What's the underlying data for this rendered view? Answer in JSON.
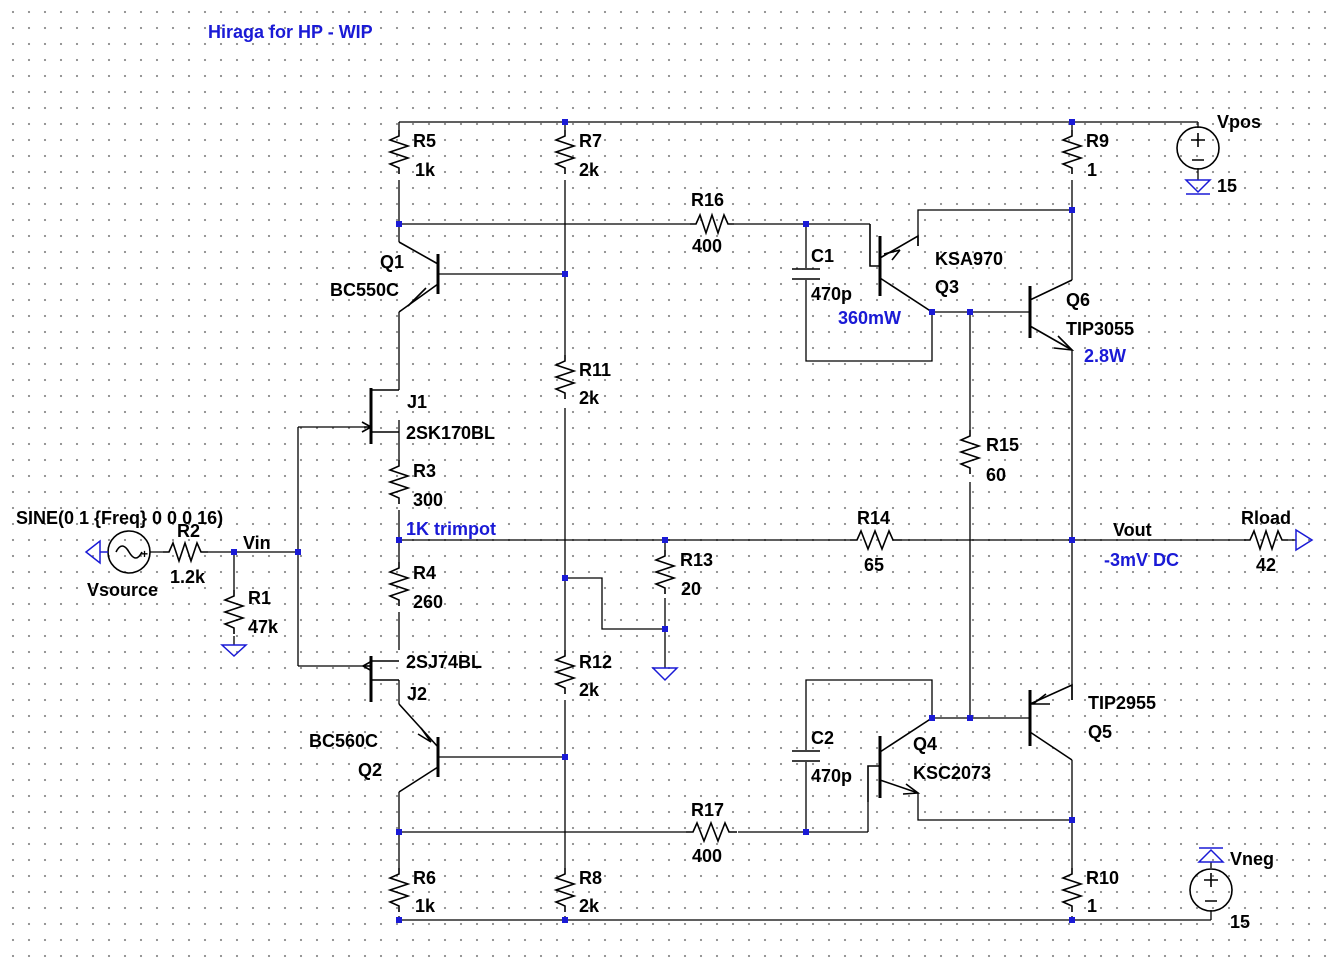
{
  "title": "Hiraga for HP - WIP",
  "components": {
    "R1": {
      "ref": "R1",
      "value": "47k"
    },
    "R2": {
      "ref": "R2",
      "value": "1.2k"
    },
    "R3": {
      "ref": "R3",
      "value": "300"
    },
    "R4": {
      "ref": "R4",
      "value": "260"
    },
    "R5": {
      "ref": "R5",
      "value": "1k"
    },
    "R6": {
      "ref": "R6",
      "value": "1k"
    },
    "R7": {
      "ref": "R7",
      "value": "2k"
    },
    "R8": {
      "ref": "R8",
      "value": "2k"
    },
    "R9": {
      "ref": "R9",
      "value": "1"
    },
    "R10": {
      "ref": "R10",
      "value": "1"
    },
    "R11": {
      "ref": "R11",
      "value": "2k"
    },
    "R12": {
      "ref": "R12",
      "value": "2k"
    },
    "R13": {
      "ref": "R13",
      "value": "20"
    },
    "R14": {
      "ref": "R14",
      "value": "65"
    },
    "R15": {
      "ref": "R15",
      "value": "60"
    },
    "R16": {
      "ref": "R16",
      "value": "400"
    },
    "R17": {
      "ref": "R17",
      "value": "400"
    },
    "Rload": {
      "ref": "Rload",
      "value": "42"
    },
    "C1": {
      "ref": "C1",
      "value": "470p"
    },
    "C2": {
      "ref": "C2",
      "value": "470p"
    },
    "Q1": {
      "ref": "Q1",
      "model": "BC550C"
    },
    "Q2": {
      "ref": "Q2",
      "model": "BC560C"
    },
    "Q3": {
      "ref": "Q3",
      "model": "KSA970"
    },
    "Q4": {
      "ref": "Q4",
      "model": "KSC2073"
    },
    "Q5": {
      "ref": "Q5",
      "model": "TIP2955"
    },
    "Q6": {
      "ref": "Q6",
      "model": "TIP3055"
    },
    "J1": {
      "ref": "J1",
      "model": "2SK170BL"
    },
    "J2": {
      "ref": "J2",
      "model": "2SJ74BL"
    },
    "Vpos": {
      "ref": "Vpos",
      "value": "15"
    },
    "Vneg": {
      "ref": "Vneg",
      "value": "15"
    },
    "Vsource": {
      "ref": "Vsource",
      "value": "SINE(0 1 {Freq} 0 0 0 16)"
    }
  },
  "nets": {
    "vin": "Vin",
    "vout": "Vout"
  },
  "annotations": {
    "q3_power": "360mW",
    "q6_power": "2.8W",
    "trimpot": "1K trimpot",
    "vout_dc": "-3mV DC"
  },
  "colors": {
    "wire": "#000000",
    "annotation": "#1a1ad6",
    "grid_dot": "#8c8c8c"
  }
}
